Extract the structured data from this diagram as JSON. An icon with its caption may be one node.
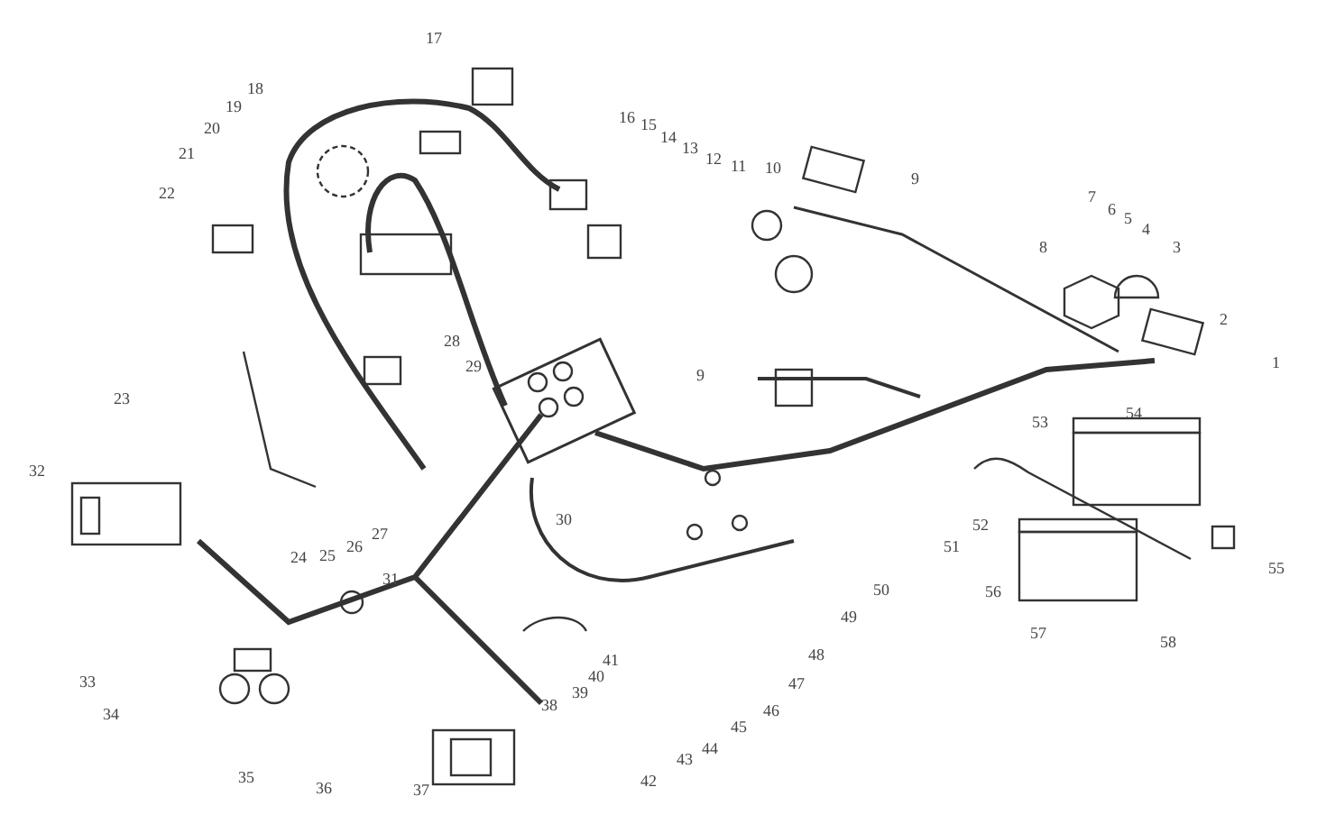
{
  "diagram": {
    "labels": [
      "17",
      "18",
      "19",
      "16",
      "15",
      "20",
      "14",
      "13",
      "12",
      "11",
      "10",
      "21",
      "9",
      "22",
      "7",
      "6",
      "5",
      "4",
      "3",
      "8",
      "2",
      "28",
      "29",
      "1",
      "9",
      "23",
      "54",
      "53",
      "32",
      "30",
      "52",
      "51",
      "27",
      "26",
      "25",
      "24",
      "55",
      "31",
      "50",
      "56",
      "49",
      "57",
      "58",
      "48",
      "41",
      "40",
      "33",
      "47",
      "39",
      "38",
      "46",
      "34",
      "45",
      "44",
      "43",
      "35",
      "42",
      "36",
      "37"
    ]
  }
}
